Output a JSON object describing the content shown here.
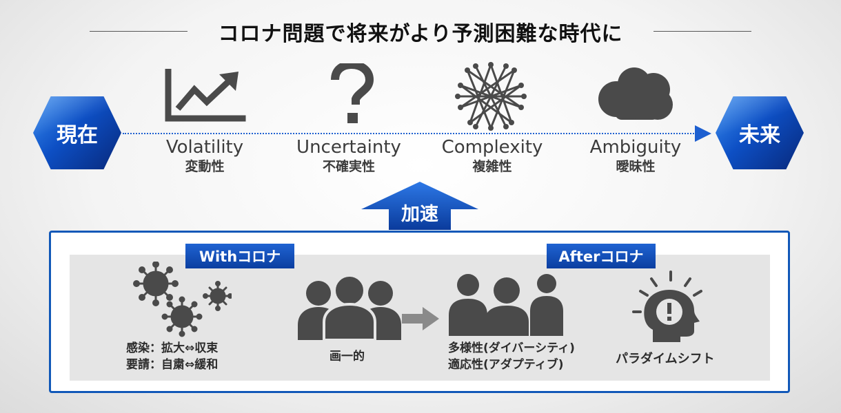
{
  "title": "コロナ問題で将来がより予測困難な時代に",
  "timeline": {
    "start": "現在",
    "end": "未来",
    "items": [
      {
        "en": "Volatility",
        "jp": "変動性",
        "icon": "trending-chart-icon"
      },
      {
        "en": "Uncertainty",
        "jp": "不確実性",
        "icon": "question-mark-icon"
      },
      {
        "en": "Complexity",
        "jp": "複雑性",
        "icon": "network-web-icon"
      },
      {
        "en": "Ambiguity",
        "jp": "曖昧性",
        "icon": "cloud-icon"
      }
    ]
  },
  "accelerate_label": "加速",
  "with_corona": {
    "tag": "Withコロナ",
    "caption_line1": "感染：拡大⇔収束",
    "caption_line2": "要請：自粛⇔緩和"
  },
  "uniform": {
    "caption": "画一的"
  },
  "after_corona": {
    "tag": "Afterコロナ",
    "diversity_line1": "多様性(ダイバーシティ)",
    "diversity_line2": "適応性(アダプティブ)",
    "paradigm_caption": "パラダイムシフト"
  },
  "colors": {
    "accent_blue": "#0d4fc4",
    "dark_blue": "#08287a",
    "icon_gray": "#4a4a4a"
  }
}
